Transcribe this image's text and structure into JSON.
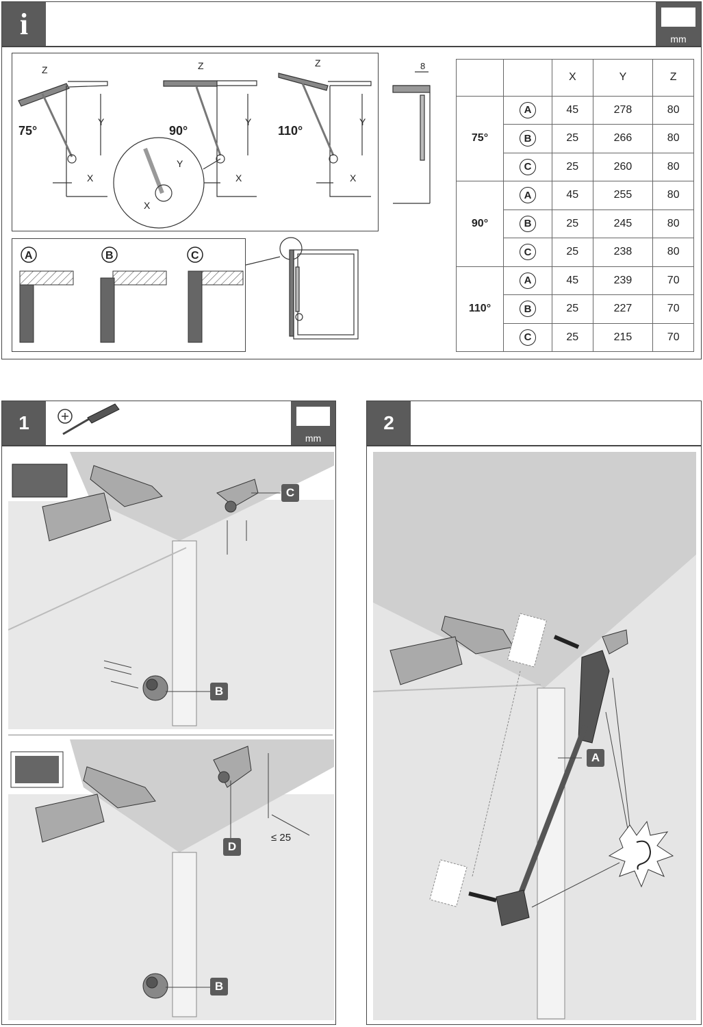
{
  "info_panel": {
    "badge": "i",
    "unit": "mm",
    "angles": [
      "75°",
      "90°",
      "110°"
    ],
    "dims": {
      "z": "Z",
      "y": "Y",
      "x": "X"
    },
    "side_dim": "8",
    "variants": [
      "A",
      "B",
      "C"
    ]
  },
  "table": {
    "headers": [
      "X",
      "Y",
      "Z"
    ],
    "groups": [
      {
        "angle": "75°",
        "rows": [
          {
            "variant": "A",
            "x": "45",
            "y": "278",
            "z": "80"
          },
          {
            "variant": "B",
            "x": "25",
            "y": "266",
            "z": "80"
          },
          {
            "variant": "C",
            "x": "25",
            "y": "260",
            "z": "80"
          }
        ]
      },
      {
        "angle": "90°",
        "rows": [
          {
            "variant": "A",
            "x": "45",
            "y": "255",
            "z": "80"
          },
          {
            "variant": "B",
            "x": "25",
            "y": "245",
            "z": "80"
          },
          {
            "variant": "C",
            "x": "25",
            "y": "238",
            "z": "80"
          }
        ]
      },
      {
        "angle": "110°",
        "rows": [
          {
            "variant": "A",
            "x": "45",
            "y": "239",
            "z": "70"
          },
          {
            "variant": "B",
            "x": "25",
            "y": "227",
            "z": "70"
          },
          {
            "variant": "C",
            "x": "25",
            "y": "215",
            "z": "70"
          }
        ]
      }
    ]
  },
  "step1": {
    "number": "1",
    "unit": "mm",
    "labels": {
      "c": "C",
      "b": "B",
      "d": "D",
      "b2": "B"
    },
    "distance": "≤ 25"
  },
  "step2": {
    "number": "2",
    "labels": {
      "a": "A"
    }
  }
}
